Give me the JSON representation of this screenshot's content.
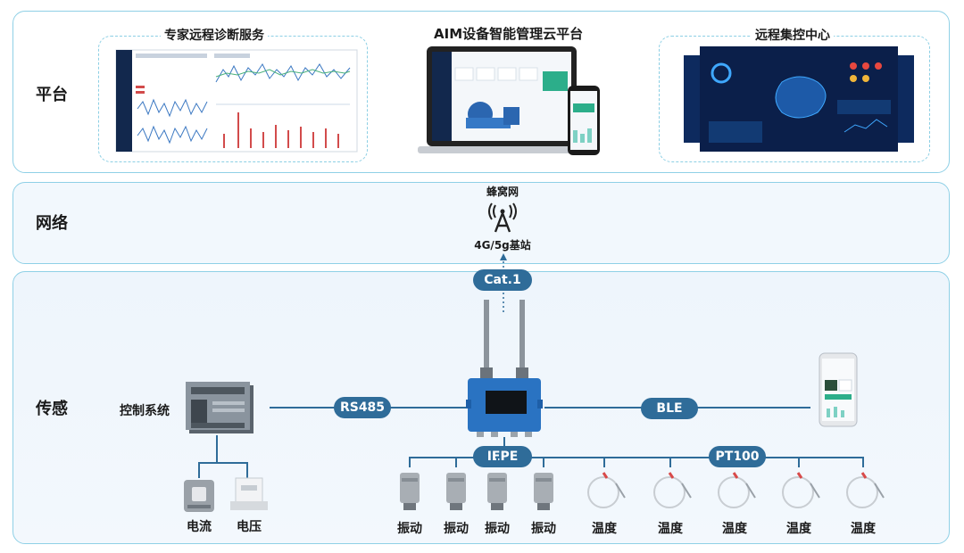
{
  "rows": {
    "platform": "平台",
    "network": "网络",
    "sensing": "传感"
  },
  "platform": {
    "expert_title": "专家远程诊断服务",
    "cloud_title": "AIM设备智能管理云平台",
    "center_title": "远程集控中心"
  },
  "network": {
    "cellular": "蜂窝网",
    "base_station": "4G/5g基站"
  },
  "sensing": {
    "cat1": "Cat.1",
    "control_system": "控制系统",
    "rs485": "RS485",
    "ble": "BLE",
    "iepe": "IEPE",
    "pt100": "PT100",
    "current": "电流",
    "voltage": "电压",
    "vibration_labels": [
      "振动",
      "振动",
      "振动",
      "振动"
    ],
    "temperature_labels": [
      "温度",
      "温度",
      "温度",
      "温度",
      "温度"
    ]
  },
  "colors": {
    "accent": "#2f6c99",
    "border": "#8fd0e6",
    "screen_dark": "#0b1f4a"
  }
}
